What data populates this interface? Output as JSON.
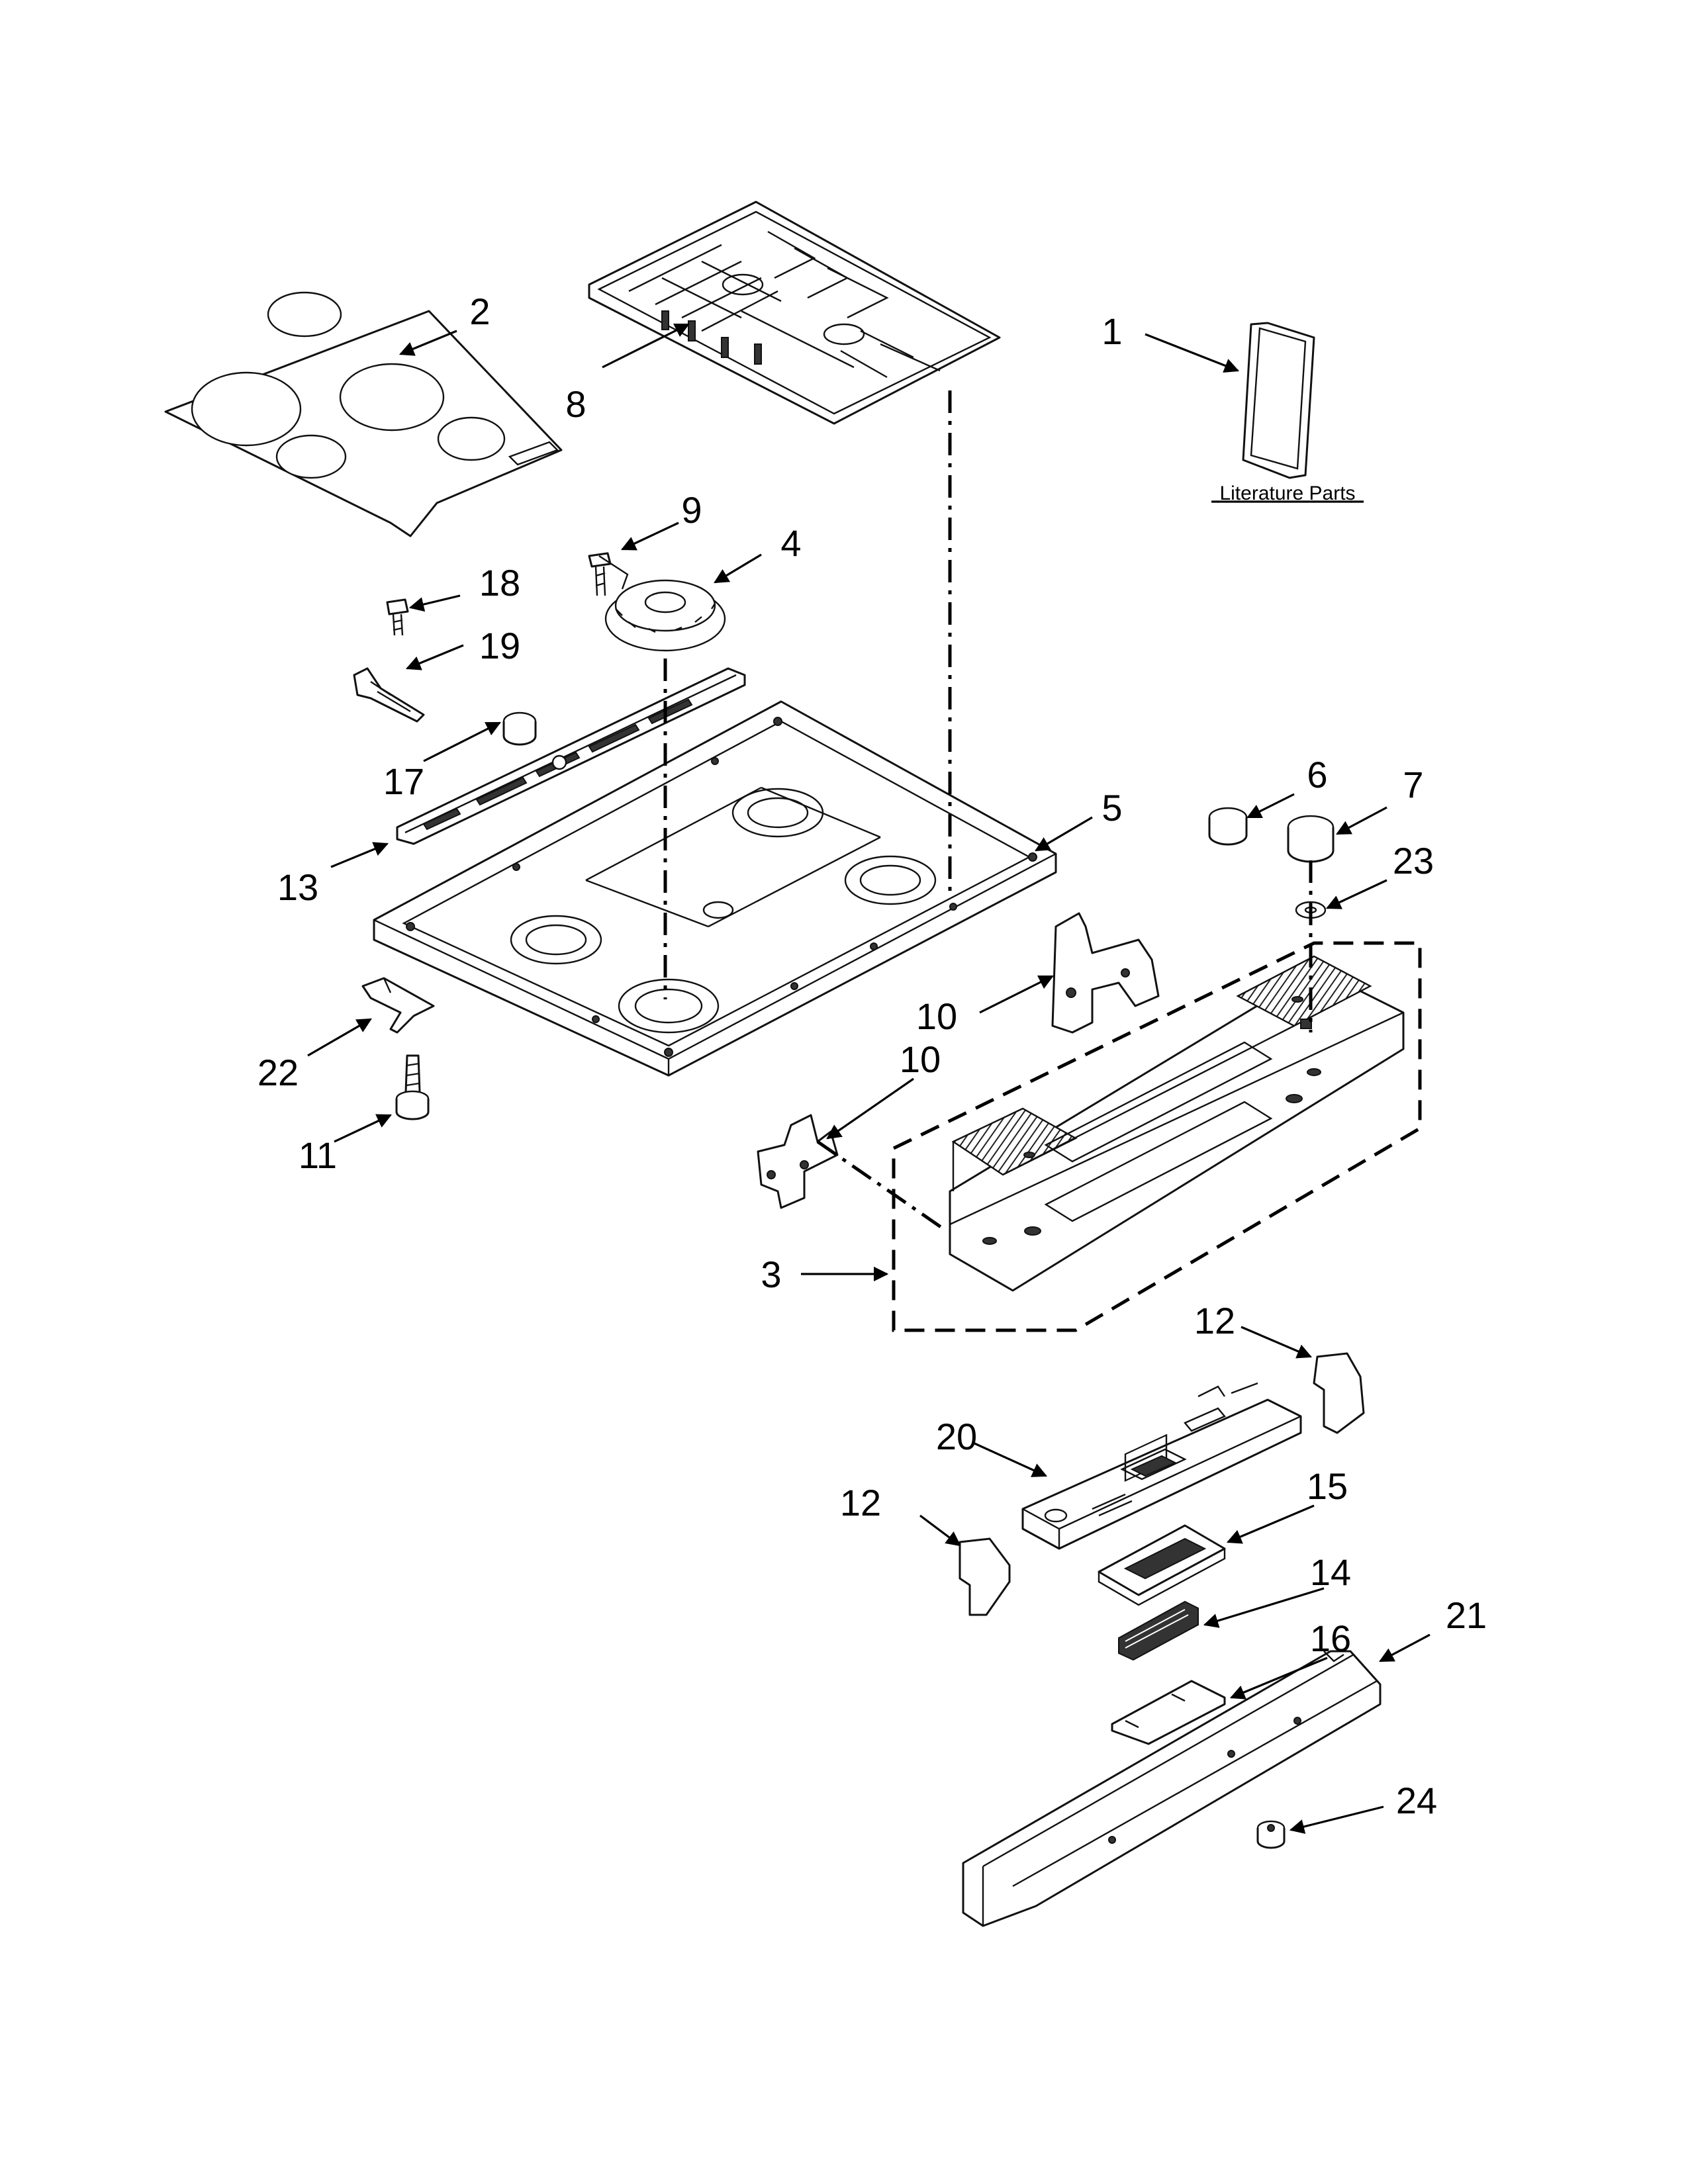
{
  "diagram": {
    "colors": {
      "line": "#111111",
      "background": "#ffffff"
    },
    "literature_caption": "Literature Parts",
    "callouts": [
      {
        "id": "c1",
        "label": "1"
      },
      {
        "id": "c2",
        "label": "2"
      },
      {
        "id": "c3",
        "label": "3"
      },
      {
        "id": "c4",
        "label": "4"
      },
      {
        "id": "c5",
        "label": "5"
      },
      {
        "id": "c6",
        "label": "6"
      },
      {
        "id": "c7",
        "label": "7"
      },
      {
        "id": "c8",
        "label": "8"
      },
      {
        "id": "c9",
        "label": "9"
      },
      {
        "id": "c10a",
        "label": "10"
      },
      {
        "id": "c10b",
        "label": "10"
      },
      {
        "id": "c11",
        "label": "11"
      },
      {
        "id": "c12a",
        "label": "12"
      },
      {
        "id": "c12b",
        "label": "12"
      },
      {
        "id": "c13",
        "label": "13"
      },
      {
        "id": "c14",
        "label": "14"
      },
      {
        "id": "c15",
        "label": "15"
      },
      {
        "id": "c16",
        "label": "16"
      },
      {
        "id": "c17",
        "label": "17"
      },
      {
        "id": "c18",
        "label": "18"
      },
      {
        "id": "c19",
        "label": "19"
      },
      {
        "id": "c20",
        "label": "20"
      },
      {
        "id": "c21",
        "label": "21"
      },
      {
        "id": "c22",
        "label": "22"
      },
      {
        "id": "c23",
        "label": "23"
      },
      {
        "id": "c24",
        "label": "24"
      }
    ]
  }
}
